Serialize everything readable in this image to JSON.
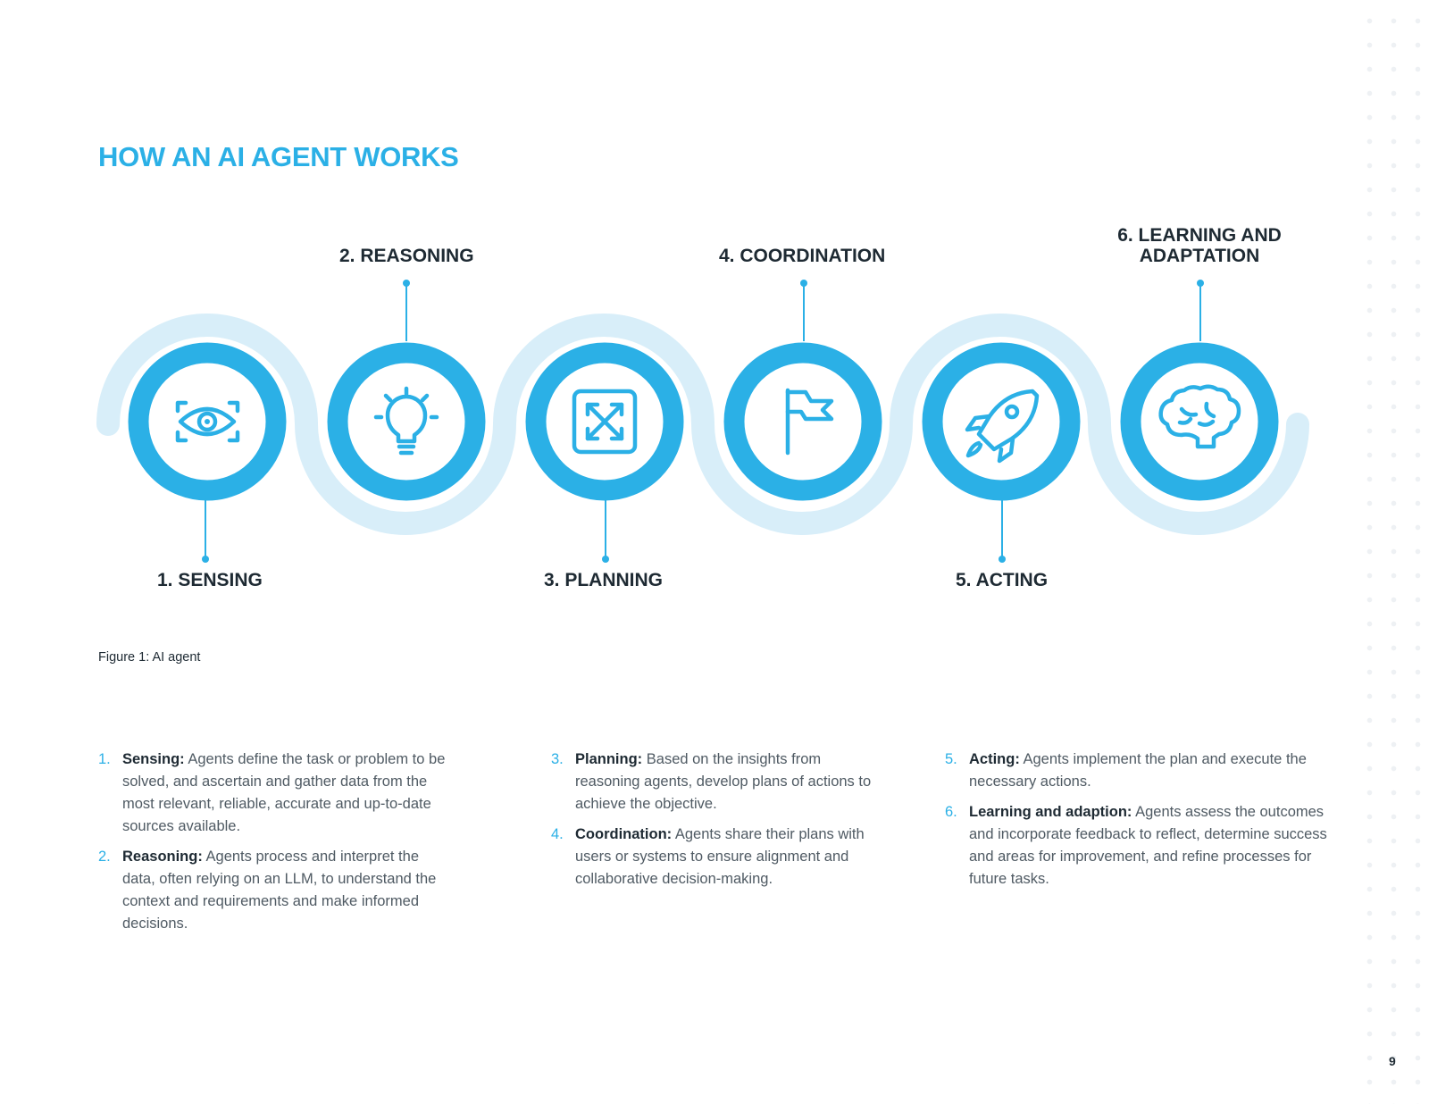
{
  "page_title": "HOW AN AI AGENT WORKS",
  "colors": {
    "accent": "#2bb0e6",
    "wave": "#d8eef9",
    "text_dark": "#1e2a33",
    "text_body": "#4f5a63"
  },
  "steps": [
    {
      "label": "1. SENSING",
      "icon": "eye-icon"
    },
    {
      "label": "2. REASONING",
      "icon": "lightbulb-icon"
    },
    {
      "label": "3. PLANNING",
      "icon": "expand-arrows-icon"
    },
    {
      "label": "4. COORDINATION",
      "icon": "flag-icon"
    },
    {
      "label": "5. ACTING",
      "icon": "rocket-icon"
    },
    {
      "label_line1": "6. LEARNING AND",
      "label_line2": "ADAPTATION",
      "icon": "brain-icon"
    }
  ],
  "figure_caption": "Figure 1: AI agent",
  "descriptions": [
    {
      "num": "1.",
      "term": "Sensing:",
      "text": " Agents define the task or problem to be solved, and ascertain and gather data from the most relevant, reliable, accurate and up-to-date sources available."
    },
    {
      "num": "2.",
      "term": "Reasoning:",
      "text": " Agents process and interpret the data, often relying on an LLM, to understand the context and requirements and make informed decisions."
    },
    {
      "num": "3.",
      "term": "Planning:",
      "text": " Based on the insights from reasoning agents, develop plans of actions to achieve the objective."
    },
    {
      "num": "4.",
      "term": "Coordination:",
      "text": " Agents share their plans with users or systems to ensure alignment and collaborative decision-making."
    },
    {
      "num": "5.",
      "term": "Acting:",
      "text": " Agents implement the plan and execute the necessary actions."
    },
    {
      "num": "6.",
      "term": "Learning and adaption:",
      "text": " Agents assess the outcomes and incorporate feedback to reflect, determine success and areas for improvement, and refine processes for future tasks."
    }
  ],
  "page_number": "9"
}
